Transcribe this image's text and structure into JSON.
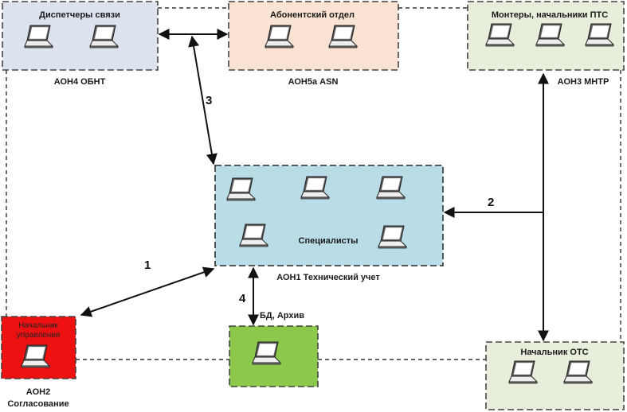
{
  "colors": {
    "dispatch_fill": "#dde3ee",
    "subscriber_fill": "#fbe3d3",
    "montery_fill": "#e7eedc",
    "specialists_fill": "#b9dce6",
    "boss_fill": "#ee1111",
    "db_fill": "#8cc84b",
    "otc_fill": "#e8eedc",
    "border": "#444444",
    "arrow": "#111111"
  },
  "nodes": {
    "dispatch": {
      "title": "Диспетчеры связи",
      "caption": "АОН4 ОБНТ",
      "icon": "laptop-icon",
      "laptops": 2
    },
    "subscriber": {
      "title": "Абонентский отдел",
      "caption": "АОН5а ASN",
      "icon": "laptop-icon",
      "laptops": 2
    },
    "montery": {
      "title": "Монтеры, начальники ПТС",
      "caption": "АОН3 МНТР",
      "icon": "laptop-icon",
      "laptops": 3
    },
    "specialists": {
      "title": "Специалисты",
      "caption": "АОН1 Технический учет",
      "icon": "laptop-icon",
      "laptops": 5
    },
    "boss": {
      "title_line1": "Начальник",
      "title_line2": "управления",
      "caption_line1": "АОН2",
      "caption_line2": "Согласование",
      "icon": "laptop-icon",
      "laptops": 1
    },
    "db": {
      "caption": "БД, Архив",
      "icon": "laptop-icon",
      "laptops": 1
    },
    "otc": {
      "title": "Начальник ОТС",
      "icon": "laptop-icon",
      "laptops": 2
    }
  },
  "links": {
    "l1": "1",
    "l2": "2",
    "l3": "3",
    "l4": "4"
  }
}
